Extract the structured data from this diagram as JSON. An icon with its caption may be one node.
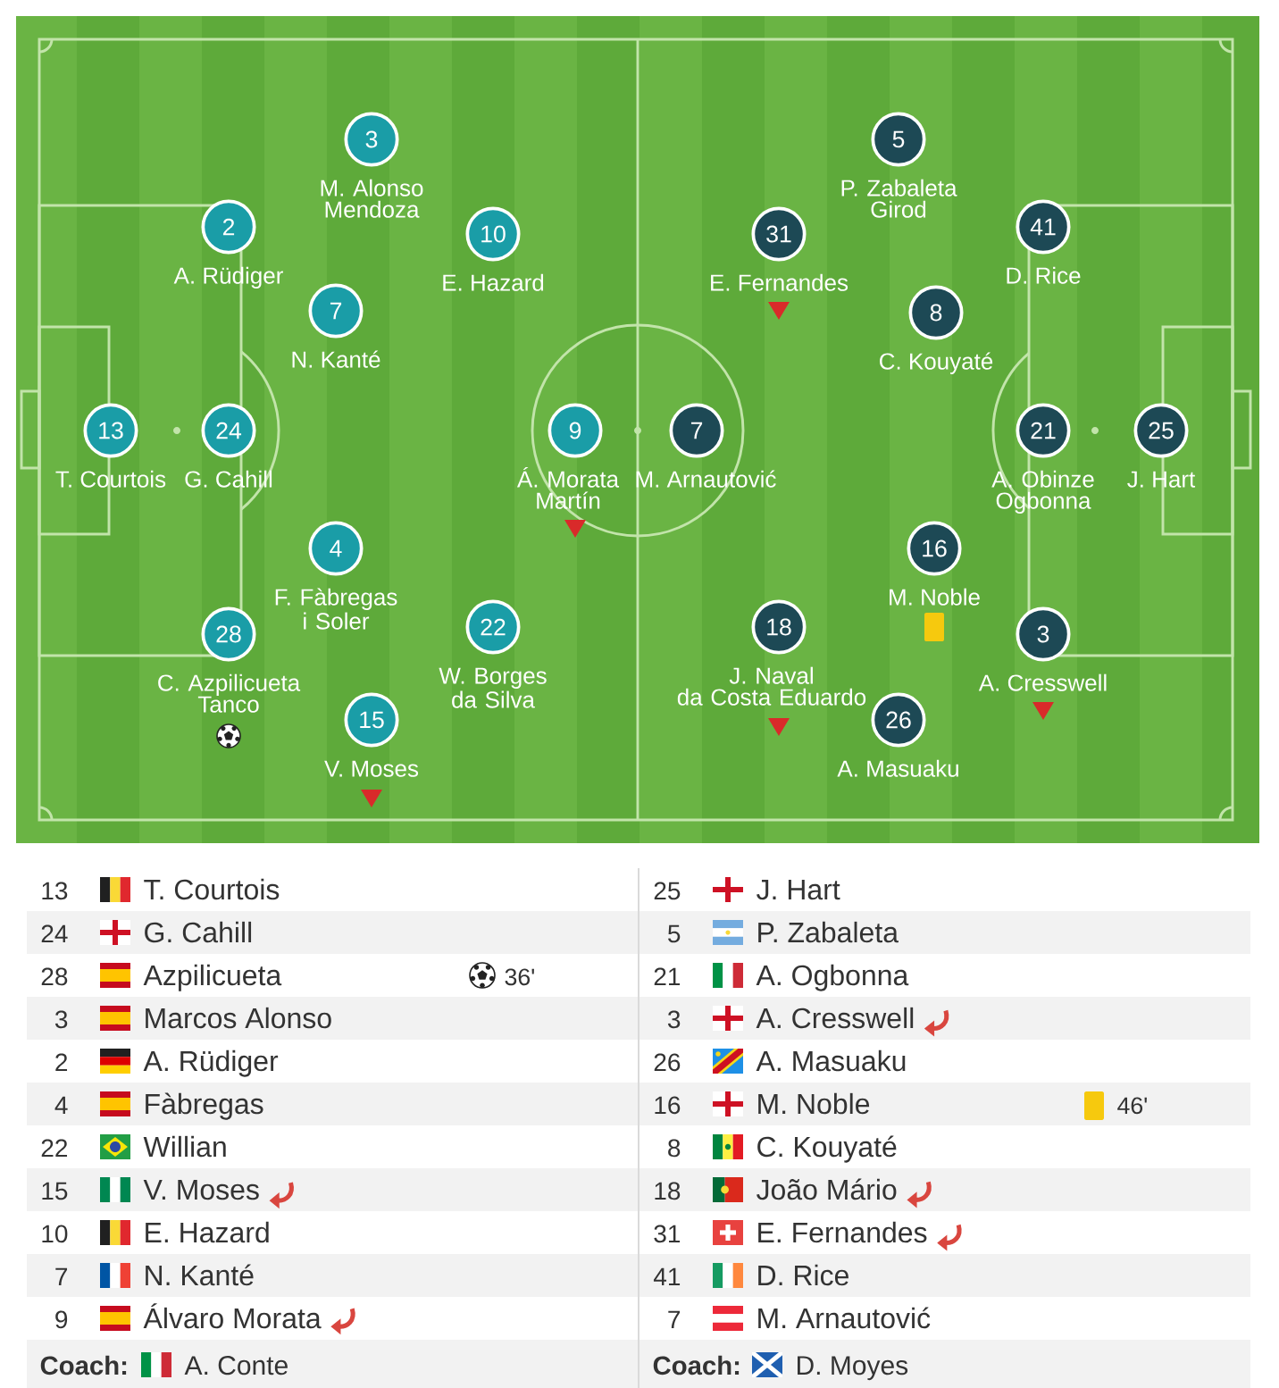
{
  "diagram": {
    "nodes": [
      {
        "text": [
          "13"
        ],
        "beside": [
          "T. Courtois"
        ]
      },
      {
        "text": [
          "2"
        ],
        "beside": [
          "A. Rüdiger"
        ]
      },
      {
        "text": [
          "24"
        ],
        "beside": [
          "G. Cahill"
        ]
      },
      {
        "text": [
          "28"
        ],
        "beside": [
          "C. Azpilicueta Tanco"
        ]
      },
      {
        "text": [
          "7"
        ],
        "beside": [
          "N. Kanté"
        ]
      },
      {
        "text": [
          "4"
        ],
        "beside": [
          "F. Fàbregas i Soler"
        ]
      },
      {
        "text": [
          "3"
        ],
        "beside": [
          "M. Alonso Mendoza"
        ]
      },
      {
        "text": [
          "15"
        ],
        "beside": [
          "V. Moses"
        ]
      },
      {
        "text": [
          "10"
        ],
        "beside": [
          "E. Hazard"
        ]
      },
      {
        "text": [
          "22"
        ],
        "beside": [
          "W. Borges da Silva"
        ]
      },
      {
        "text": [
          "9"
        ],
        "beside": [
          "Á. Morata Martín"
        ]
      },
      {
        "text": [
          "7"
        ],
        "beside": [
          "M. Arnautović"
        ]
      },
      {
        "text": [
          "31"
        ],
        "beside": [
          "E. Fernandes"
        ]
      },
      {
        "text": [
          "18"
        ],
        "beside": [
          "J. Naval da Costa Eduardo"
        ]
      },
      {
        "text": [
          "5"
        ],
        "beside": [
          "P. Zabaleta Girod"
        ]
      },
      {
        "text": [
          "26"
        ],
        "beside": [
          "A. Masuaku"
        ]
      },
      {
        "text": [
          "8"
        ],
        "beside": [
          "C. Kouyaté"
        ]
      },
      {
        "text": [
          "16"
        ],
        "beside": [
          "M. Noble"
        ]
      },
      {
        "text": [
          "41"
        ],
        "beside": [
          "D. Rice"
        ]
      },
      {
        "text": [
          "21"
        ],
        "beside": [
          "A. Obinze Ogbonna"
        ]
      },
      {
        "text": [
          "3"
        ],
        "beside": [
          "A. Cresswell"
        ]
      },
      {
        "text": [
          "25"
        ],
        "beside": [
          "J. Hart"
        ]
      }
    ],
    "labels": [
      "13",
      "T. Courtois",
      "24",
      "G. Cahill",
      "28",
      "Azpilicueta",
      "36'",
      "3",
      "Marcos Alonso",
      "2",
      "A. Rüdiger",
      "4",
      "Fàbregas",
      "22",
      "Willian",
      "15",
      "V. Moses",
      "10",
      "E. Hazard",
      "7",
      "N. Kanté",
      "9",
      "Álvaro Morata",
      "Coach:",
      "A. Conte",
      "25",
      "J. Hart",
      "5",
      "P. Zabaleta",
      "21",
      "A. Ogbonna",
      "3",
      "A. Cresswell",
      "26",
      "A. Masuaku",
      "16",
      "M. Noble",
      "46'",
      "8",
      "C. Kouyaté",
      "18",
      "João Mário",
      "31",
      "E. Fernandes",
      "41",
      "D. Rice",
      "7",
      "M. Arnautović",
      "Coach:",
      "D. Moyes"
    ]
  }
}
